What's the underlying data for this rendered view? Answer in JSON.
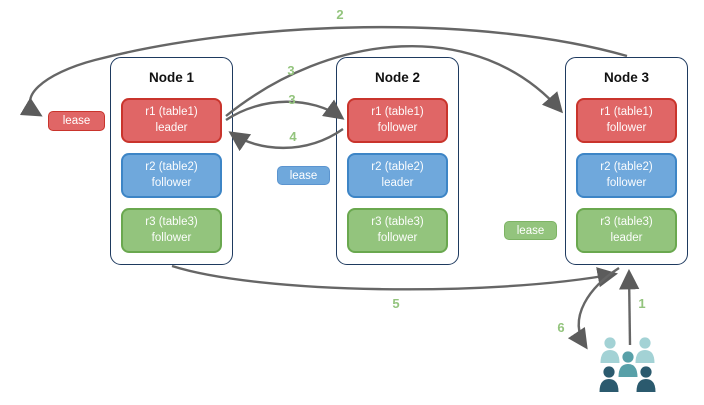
{
  "nodes": [
    {
      "title": "Node 1",
      "replicas": [
        {
          "name": "r1 (table1)",
          "role": "leader",
          "color": "#e06666"
        },
        {
          "name": "r2 (table2)",
          "role": "follower",
          "color": "#6fa8dc"
        },
        {
          "name": "r3 (table3)",
          "role": "follower",
          "color": "#93c47d"
        }
      ]
    },
    {
      "title": "Node 2",
      "replicas": [
        {
          "name": "r1 (table1)",
          "role": "follower",
          "color": "#e06666"
        },
        {
          "name": "r2 (table2)",
          "role": "leader",
          "color": "#6fa8dc"
        },
        {
          "name": "r3 (table3)",
          "role": "follower",
          "color": "#93c47d"
        }
      ]
    },
    {
      "title": "Node 3",
      "replicas": [
        {
          "name": "r1 (table1)",
          "role": "follower",
          "color": "#e06666"
        },
        {
          "name": "r2 (table2)",
          "role": "follower",
          "color": "#6fa8dc"
        },
        {
          "name": "r3 (table3)",
          "role": "leader",
          "color": "#93c47d"
        }
      ]
    }
  ],
  "leases": [
    {
      "label": "lease",
      "color": "#e06666",
      "for_replica": "r1"
    },
    {
      "label": "lease",
      "color": "#6fa8dc",
      "for_replica": "r2"
    },
    {
      "label": "lease",
      "color": "#93c47d",
      "for_replica": "r3"
    }
  ],
  "steps": [
    {
      "n": "1"
    },
    {
      "n": "2"
    },
    {
      "n": "3"
    },
    {
      "n": "3"
    },
    {
      "n": "4"
    },
    {
      "n": "5"
    },
    {
      "n": "6"
    }
  ],
  "icons": {
    "users": "users-icon"
  },
  "colors": {
    "red_fill": "#e06666",
    "red_border": "#c9342c",
    "blue_fill": "#6fa8dc",
    "blue_border": "#3d85c6",
    "green_fill": "#93c47d",
    "green_border": "#6aa84f",
    "node_border": "#1e3a5f",
    "arrow": "#666666",
    "step_label": "#93c47d",
    "users_light": "#a3d2d5",
    "users_mid": "#58a0a8",
    "users_dark": "#2b5a6e"
  }
}
